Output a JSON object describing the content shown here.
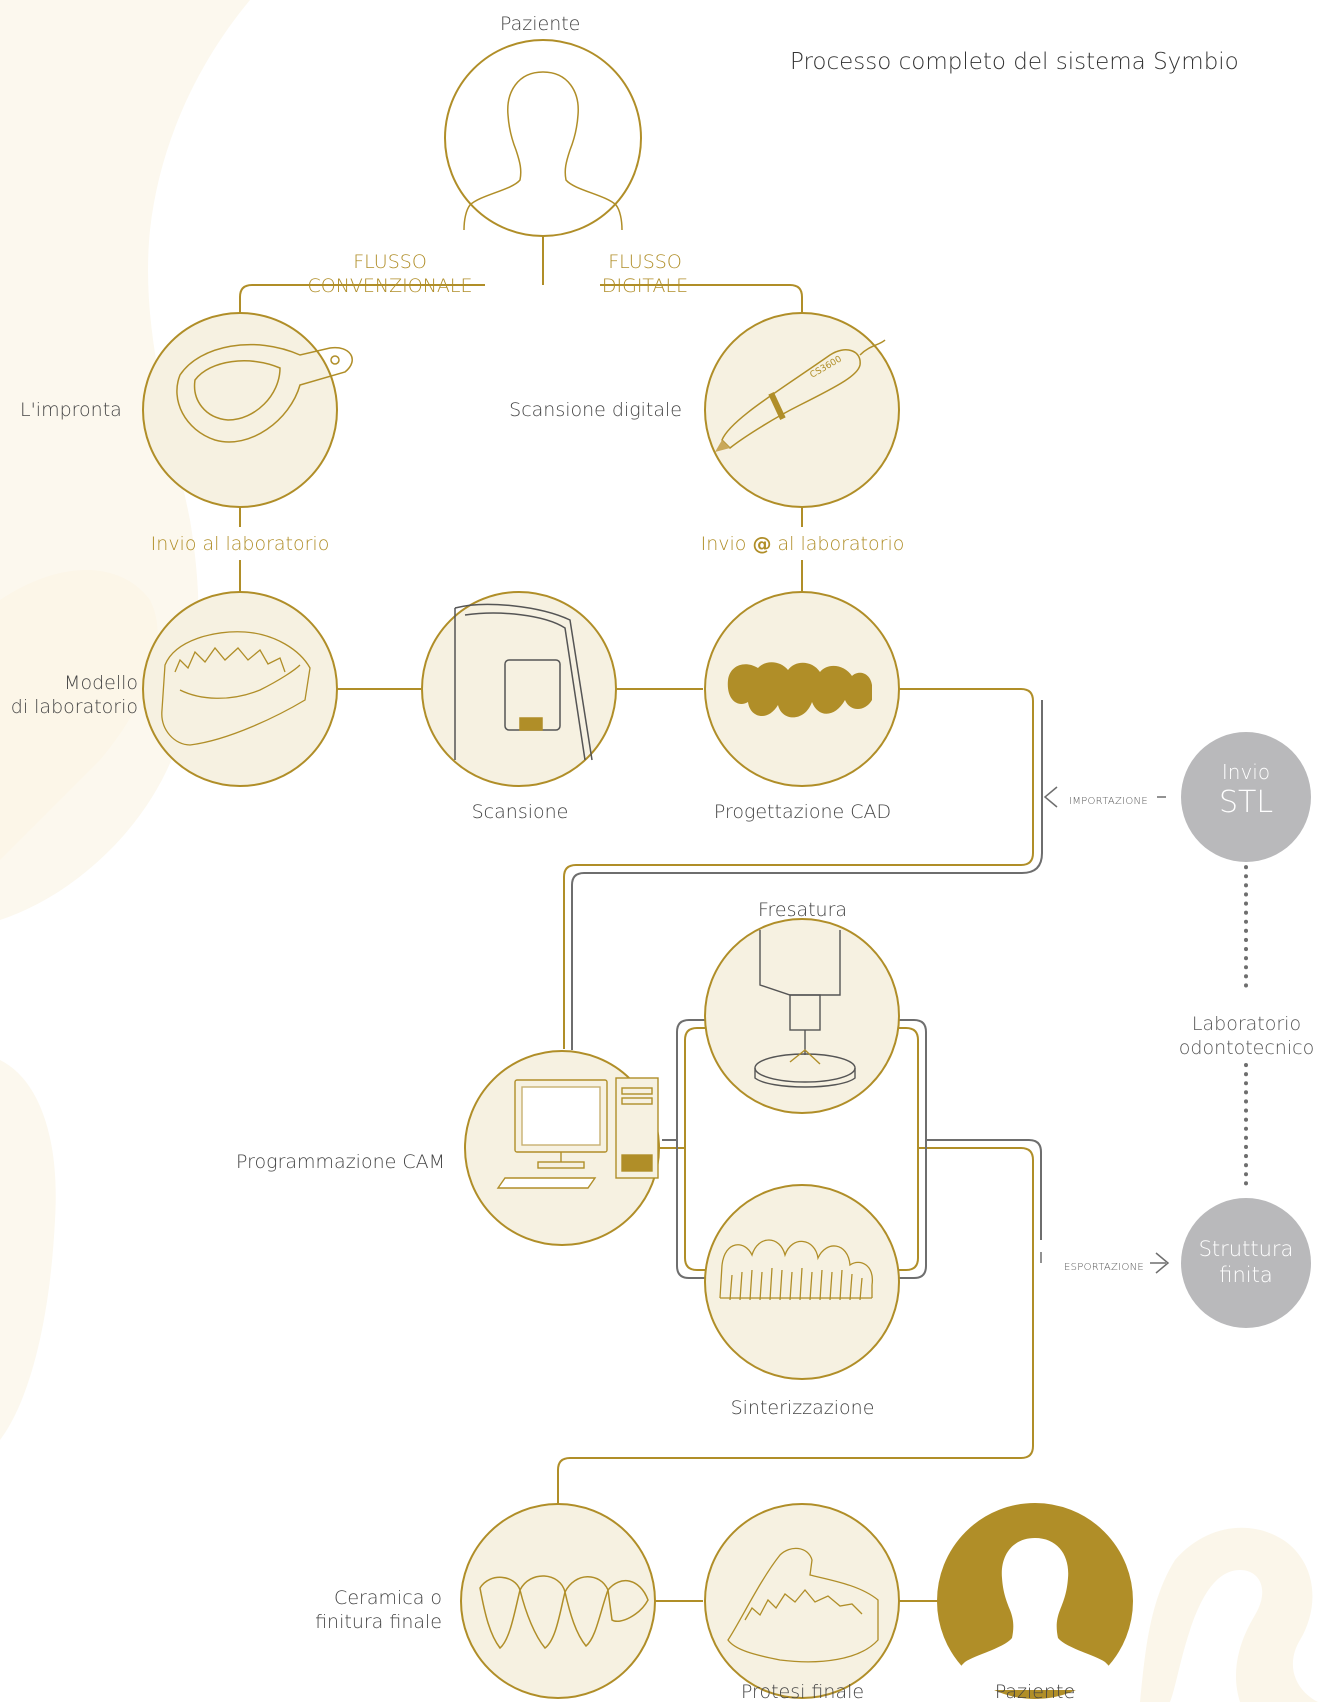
{
  "title": "Processo completo del sistema Symbio",
  "top_patient": "Paziente",
  "flows": {
    "conventional_line1": "FLUSSO",
    "conventional_line2": "CONVENZIONALE",
    "digital_line1": "FLUSSO",
    "digital_line2": "DIGITALE"
  },
  "steps": {
    "impression": "L'impronta",
    "digital_scan": "Scansione digitale",
    "send_lab": "Invio al laboratorio",
    "send_lab_digital_a": "Invio",
    "send_lab_digital_at": "@",
    "send_lab_digital_b": "al laboratorio",
    "lab_model_line1": "Modello",
    "lab_model_line2": "di laboratorio",
    "scan": "Scansione",
    "cad": "Progettazione CAD",
    "milling": "Fresatura",
    "cam": "Programmazione CAM",
    "sintering": "Sinterizzazione",
    "ceramic_line1": "Ceramica o",
    "ceramic_line2": "finitura finale",
    "final_prosthesis": "Protesi finale",
    "final_patient": "Paziente"
  },
  "side": {
    "import_label": "IMPORTAZIONE",
    "export_label": "ESPORTAZIONE",
    "stl_line1": "Invio",
    "stl_line2": "STL",
    "lab_line1": "Laboratorio",
    "lab_line2": "odontotecnico",
    "finished_line1": "Struttura",
    "finished_line2": "finita"
  },
  "icons": {
    "scanner_device_text": "CS3600"
  },
  "colors": {
    "gold": "#b08e28",
    "cream": "#f6f1e1",
    "gray_line": "#6e6e6e",
    "gray_node": "#b9b9bb",
    "bg_shape": "#fbf7ec"
  }
}
